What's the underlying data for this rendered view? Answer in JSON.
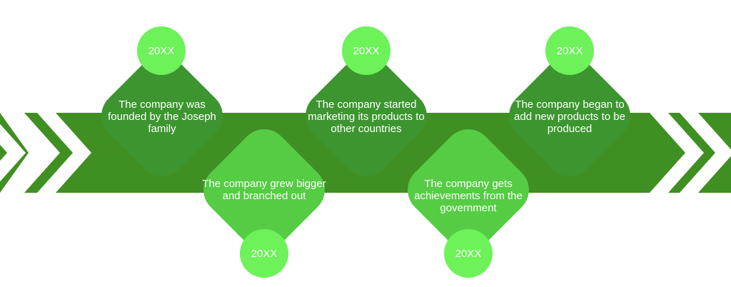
{
  "colors": {
    "band": "#3f8f22",
    "diamond_dark": "#3d9530",
    "diamond_light": "#55cc44",
    "badge": "#6df25a",
    "chevron": "#ffffff"
  },
  "milestones": [
    {
      "year": "20XX",
      "text": "The company was founded by the Joseph family"
    },
    {
      "year": "20XX",
      "text": "The company grew bigger and branched out"
    },
    {
      "year": "20XX",
      "text": "The company started marketing its products to other countries"
    },
    {
      "year": "20XX",
      "text": "The company gets achievements from the government"
    },
    {
      "year": "20XX",
      "text": "The company began to add new products to be produced"
    }
  ]
}
